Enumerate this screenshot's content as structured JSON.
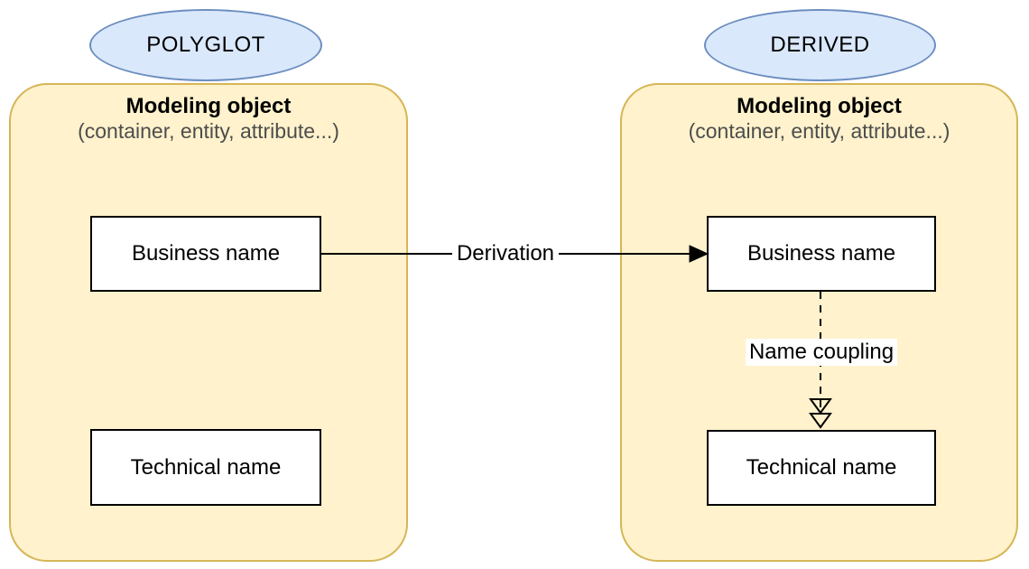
{
  "diagram": {
    "left": {
      "badge": "POLYGLOT",
      "title": "Modeling object",
      "subtitle": "(container, entity, attribute...)",
      "business_box": "Business name",
      "technical_box": "Technical name"
    },
    "right": {
      "badge": "DERIVED",
      "title": "Modeling object",
      "subtitle": "(container, entity, attribute...)",
      "business_box": "Business name",
      "technical_box": "Technical name"
    },
    "connectors": {
      "derivation_label": "Derivation",
      "name_coupling_label": "Name coupling"
    },
    "colors": {
      "background": "#FFFFFF",
      "container_fill": "#FFF2CC",
      "container_border": "#D6B656",
      "badge_fill": "#DAE8FC",
      "badge_border": "#6C8EBF",
      "box_fill": "#FFFFFF",
      "box_border": "#000000",
      "connector": "#000000",
      "subtitle_text": "#4D4D4D"
    }
  }
}
